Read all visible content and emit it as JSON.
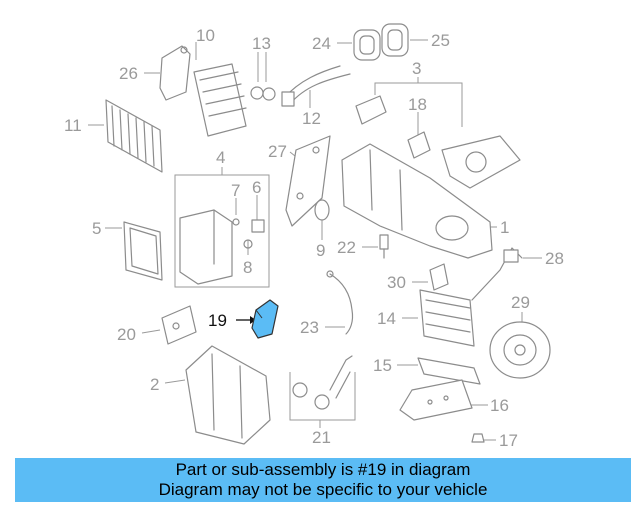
{
  "callouts": [
    "1",
    "2",
    "3",
    "4",
    "5",
    "6",
    "7",
    "8",
    "9",
    "10",
    "11",
    "12",
    "13",
    "14",
    "15",
    "16",
    "17",
    "18",
    "19",
    "20",
    "21",
    "22",
    "23",
    "24",
    "25",
    "26",
    "27",
    "28",
    "29",
    "30"
  ],
  "highlight_part": "19",
  "highlight_color": "#5bbcf5",
  "banner": {
    "line1": "Part or sub-assembly is #19 in diagram",
    "line2": "Diagram may not be specific to your vehicle"
  }
}
